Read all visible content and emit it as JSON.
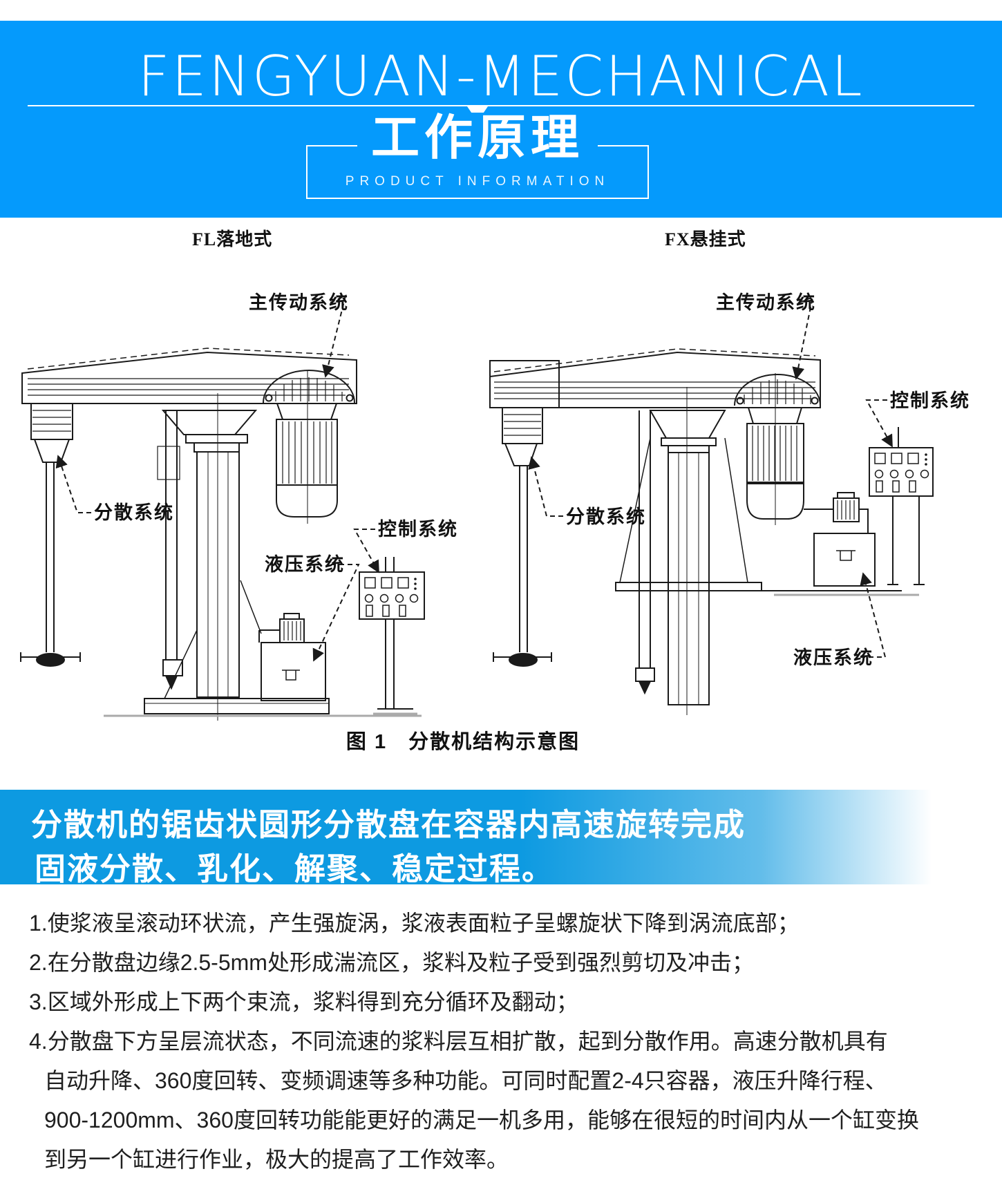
{
  "header": {
    "brand": "FENGYUAN-MECHANICAL",
    "title": "工作原理",
    "subtitle": "PRODUCT INFORMATION",
    "colors": {
      "header_bg": "#059afc",
      "banner_blue": "#0d9ae1"
    }
  },
  "figure": {
    "left_title": "FL落地式",
    "right_title": "FX悬挂式",
    "caption": "图 1　分散机结构示意图",
    "labels": {
      "main_drive": "主传动系统",
      "dispersion": "分散系统",
      "hydraulic": "液压系统",
      "control": "控制系统"
    }
  },
  "banner": {
    "line1": "分散机的锯齿状圆形分散盘在容器内高速旋转完成",
    "line2": "固液分散、乳化、解聚、稳定过程。"
  },
  "principles": {
    "lines": [
      "1.使浆液呈滚动环状流，产生强旋涡，浆液表面粒子呈螺旋状下降到涡流底部；",
      "2.在分散盘边缘2.5-5mm处形成湍流区，浆料及粒子受到强烈剪切及冲击；",
      "3.区域外形成上下两个束流，浆料得到充分循环及翻动；",
      "4.分散盘下方呈层流状态，不同流速的浆料层互相扩散，起到分散作用。高速分散机具有",
      "自动升降、360度回转、变频调速等多种功能。可同时配置2-4只容器，液压升降行程、",
      "900-1200mm、360度回转功能能更好的满足一机多用，能够在很短的时间内从一个缸变换",
      "到另一个缸进行作业，极大的提高了工作效率。"
    ]
  }
}
